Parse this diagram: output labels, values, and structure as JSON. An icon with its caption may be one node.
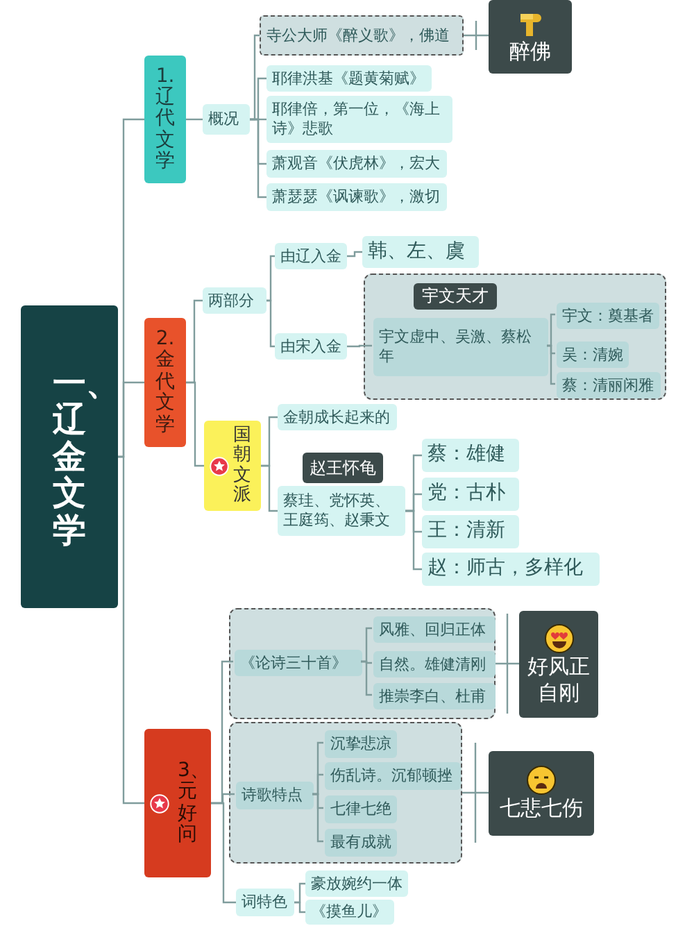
{
  "diagram": {
    "nodes": [
      {
        "text": [
          "一、辽金文学"
        ]
      },
      {
        "text": [
          "1.辽代文学"
        ]
      },
      {
        "text": [
          "概况"
        ]
      },
      {
        "text": [
          "寺公大师《醉义歌》，佛道"
        ]
      },
      {
        "text": [
          "醉佛"
        ]
      },
      {
        "text": [
          "耶律洪基《题黄菊赋》"
        ]
      },
      {
        "text": [
          "耶律倍，第一位，《海上诗》悲歌"
        ]
      },
      {
        "text": [
          "萧观音《伏虎林》，宏大"
        ]
      },
      {
        "text": [
          "萧瑟瑟《讽谏歌》，激切"
        ]
      },
      {
        "text": [
          "2.金代文学"
        ]
      },
      {
        "text": [
          "两部分"
        ]
      },
      {
        "text": [
          "由辽入金"
        ]
      },
      {
        "text": [
          "韩、左、虞"
        ]
      },
      {
        "text": [
          "由宋入金"
        ]
      },
      {
        "text": [],
        "shape": "box"
      },
      {
        "text": [
          "宇文虚中、吴激、蔡松年"
        ],
        "beside": [
          "宇文天才"
        ],
        "in": 14
      },
      {
        "text": [
          "宇文：奠基者"
        ],
        "in": 14
      },
      {
        "text": [
          "吴：清婉"
        ],
        "in": 14
      },
      {
        "text": [
          "蔡：清丽闲雅"
        ],
        "in": 14
      },
      {
        "text": [
          "国朝文派"
        ]
      },
      {
        "text": [
          "金朝成长起来的"
        ]
      },
      {
        "text": [
          "蔡珪、党怀英、王庭筠、赵秉文"
        ],
        "beside": [
          "赵王怀龟"
        ]
      },
      {
        "text": [
          "蔡：雄健"
        ]
      },
      {
        "text": [
          "党：古朴"
        ]
      },
      {
        "text": [
          "王：清新"
        ]
      },
      {
        "text": [
          "赵：师古，多样化"
        ]
      },
      {
        "text": [
          "3、元好问"
        ]
      },
      {
        "text": [],
        "shape": "box"
      },
      {
        "text": [
          "《论诗三十首》"
        ],
        "in": 27
      },
      {
        "text": [
          "风雅、回归正体"
        ],
        "in": 27
      },
      {
        "text": [
          "自然。雄健清刚"
        ],
        "in": 27
      },
      {
        "text": [
          "推崇李白、杜甫"
        ],
        "in": 27
      },
      {
        "text": [
          "好风正自刚"
        ]
      },
      {
        "text": [],
        "shape": "box"
      },
      {
        "text": [
          "诗歌特点"
        ],
        "in": 33
      },
      {
        "text": [
          "沉挚悲凉"
        ],
        "in": 33
      },
      {
        "text": [
          "伤乱诗。沉郁顿挫"
        ],
        "in": 33
      },
      {
        "text": [
          "七律七绝"
        ],
        "in": 33
      },
      {
        "text": [
          "最有成就"
        ],
        "in": 33
      },
      {
        "text": [
          "七悲七伤"
        ]
      },
      {
        "text": [
          "词特色"
        ]
      },
      {
        "text": [
          "豪放婉约一体"
        ]
      },
      {
        "text": [
          "《摸鱼儿》"
        ]
      }
    ],
    "edges": [
      {
        "from": 0,
        "to": 1,
        "arrow": "none"
      },
      {
        "from": 0,
        "to": 9,
        "arrow": "none"
      },
      {
        "from": 0,
        "to": 26,
        "arrow": "none"
      },
      {
        "from": 1,
        "to": 2,
        "arrow": "none"
      },
      {
        "from": 2,
        "to": 3,
        "arrow": "none"
      },
      {
        "from": 2,
        "to": 5,
        "arrow": "none"
      },
      {
        "from": 2,
        "to": 6,
        "arrow": "none"
      },
      {
        "from": 2,
        "to": 7,
        "arrow": "none"
      },
      {
        "from": 2,
        "to": 8,
        "arrow": "none"
      },
      {
        "from": 3,
        "to": 4,
        "arrow": "none"
      },
      {
        "from": 9,
        "to": 10,
        "arrow": "none"
      },
      {
        "from": 9,
        "to": 19,
        "arrow": "none"
      },
      {
        "from": 10,
        "to": 11,
        "arrow": "none"
      },
      {
        "from": 10,
        "to": 13,
        "arrow": "none"
      },
      {
        "from": 11,
        "to": 12,
        "arrow": "none"
      },
      {
        "from": 13,
        "to": 15,
        "arrow": "none"
      },
      {
        "from": 15,
        "to": 16,
        "arrow": "none"
      },
      {
        "from": 15,
        "to": 17,
        "arrow": "none"
      },
      {
        "from": 15,
        "to": 18,
        "arrow": "none"
      },
      {
        "from": 19,
        "to": 20,
        "arrow": "none"
      },
      {
        "from": 19,
        "to": 21,
        "arrow": "none"
      },
      {
        "from": 21,
        "to": 22,
        "arrow": "none"
      },
      {
        "from": 21,
        "to": 23,
        "arrow": "none"
      },
      {
        "from": 21,
        "to": 24,
        "arrow": "none"
      },
      {
        "from": 21,
        "to": 25,
        "arrow": "none"
      },
      {
        "from": 26,
        "to": 28,
        "arrow": "none"
      },
      {
        "from": 26,
        "to": 34,
        "arrow": "none"
      },
      {
        "from": 26,
        "to": 40,
        "arrow": "none"
      },
      {
        "from": 28,
        "to": 29,
        "arrow": "none"
      },
      {
        "from": 28,
        "to": 30,
        "arrow": "none"
      },
      {
        "from": 28,
        "to": 31,
        "arrow": "none"
      },
      {
        "from": 27,
        "to": 32,
        "arrow": "none"
      },
      {
        "from": 34,
        "to": 35,
        "arrow": "none"
      },
      {
        "from": 34,
        "to": 36,
        "arrow": "none"
      },
      {
        "from": 34,
        "to": 37,
        "arrow": "none"
      },
      {
        "from": 34,
        "to": 38,
        "arrow": "none"
      },
      {
        "from": 33,
        "to": 39,
        "arrow": "none"
      },
      {
        "from": 40,
        "to": 41,
        "arrow": "none"
      },
      {
        "from": 40,
        "to": 42,
        "arrow": "none"
      }
    ]
  }
}
